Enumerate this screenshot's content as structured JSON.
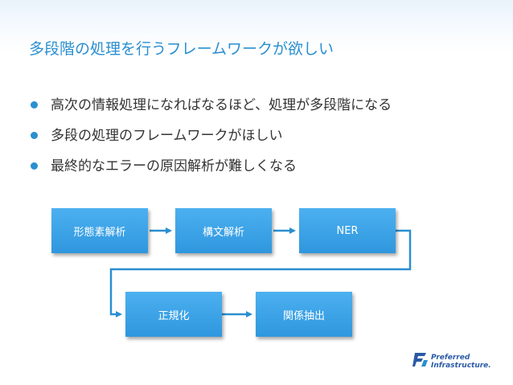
{
  "slide": {
    "title": "多段階の処理を行うフレームワークが欲しい",
    "bullets": [
      "高次の情報処理になればなるほど、処理が多段階になる",
      "多段の処理のフレームワークがほしい",
      "最終的なエラーの原因解析が難しくなる"
    ],
    "flow": {
      "boxes": [
        "形態素解析",
        "構文解析",
        "NER",
        "正規化",
        "関係抽出"
      ]
    },
    "logo": {
      "line1": "Preferred",
      "line2": "Infrastructure."
    }
  },
  "colors": {
    "accent": "#2a8fd0",
    "box_top": "#4cb0f0",
    "box_bottom": "#2f97de",
    "arrow": "#2a8fd0",
    "logo": "#2a5aa6"
  }
}
